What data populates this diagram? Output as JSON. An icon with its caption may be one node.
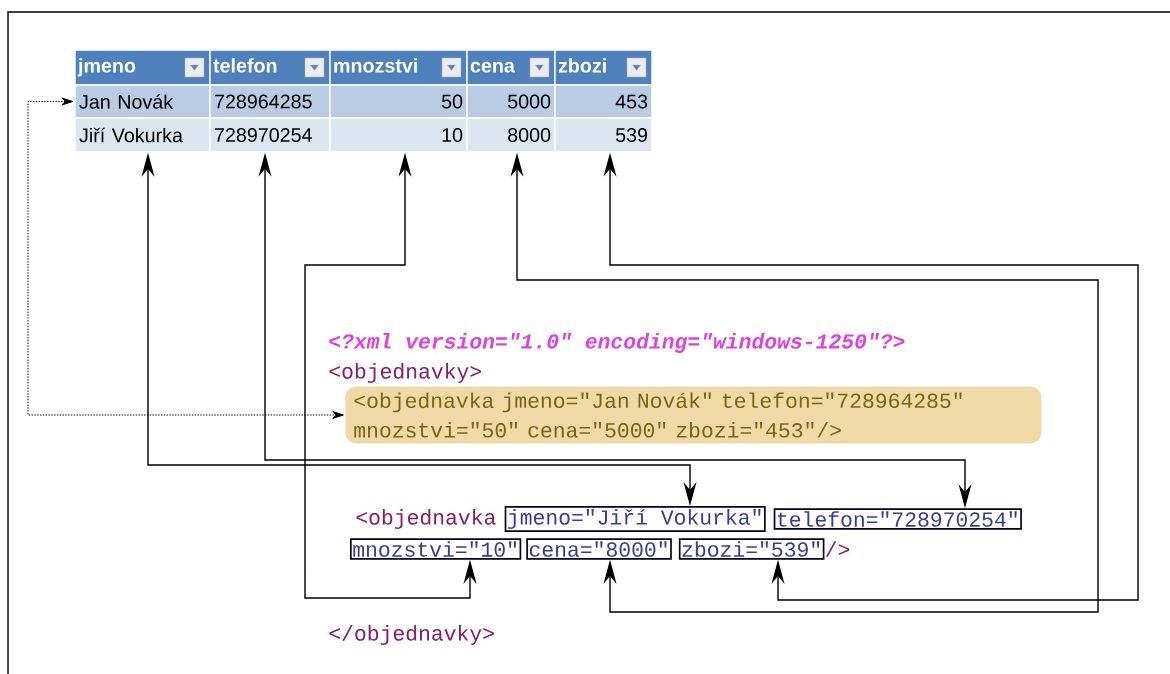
{
  "diagram": {
    "nodes": [
      {
        "text": [
          "Jan Novák"
        ]
      },
      {
        "text": [
          "728964285"
        ]
      },
      {
        "text": [
          "50"
        ]
      },
      {
        "text": [
          "5000"
        ]
      },
      {
        "text": [
          "453"
        ]
      },
      {
        "text": [
          "Jiří Vokurka"
        ]
      },
      {
        "text": [
          "728970254"
        ]
      },
      {
        "text": [
          "10"
        ]
      },
      {
        "text": [
          "8000"
        ]
      },
      {
        "text": [
          "539"
        ]
      },
      {
        "text": [
          "<objednavka jmeno=\"Jan Novák\" telefon=\"728964285\" mnozstvi=\"50\" cena=\"5000\" zbozi=\"453\"/>"
        ]
      },
      {
        "text": [
          "jmeno=\"Jiří Vokurka\""
        ]
      },
      {
        "text": [
          "telefon=\"728970254\""
        ]
      },
      {
        "text": [
          "mnozstvi=\"10\""
        ]
      },
      {
        "text": [
          "cena=\"8000\""
        ]
      },
      {
        "text": [
          "zbozi=\"539\""
        ]
      }
    ],
    "edges": [
      {
        "from": 0,
        "to": 10,
        "arrow": "both",
        "style": "dashed"
      },
      {
        "from": 5,
        "to": 11,
        "arrow": "both"
      },
      {
        "from": 6,
        "to": 12,
        "arrow": "both"
      },
      {
        "from": 7,
        "to": 13,
        "arrow": "both"
      },
      {
        "from": 8,
        "to": 14,
        "arrow": "both"
      },
      {
        "from": 9,
        "to": 15,
        "arrow": "both"
      }
    ],
    "labels": [
      "jmeno",
      "telefon",
      "mnozstvi",
      "cena",
      "zbozi",
      "<?xml version=\"1.0\" encoding=\"windows-1250\"?>",
      "<objednavky>",
      "<objednavka",
      "/>",
      "</objednavky>"
    ]
  }
}
